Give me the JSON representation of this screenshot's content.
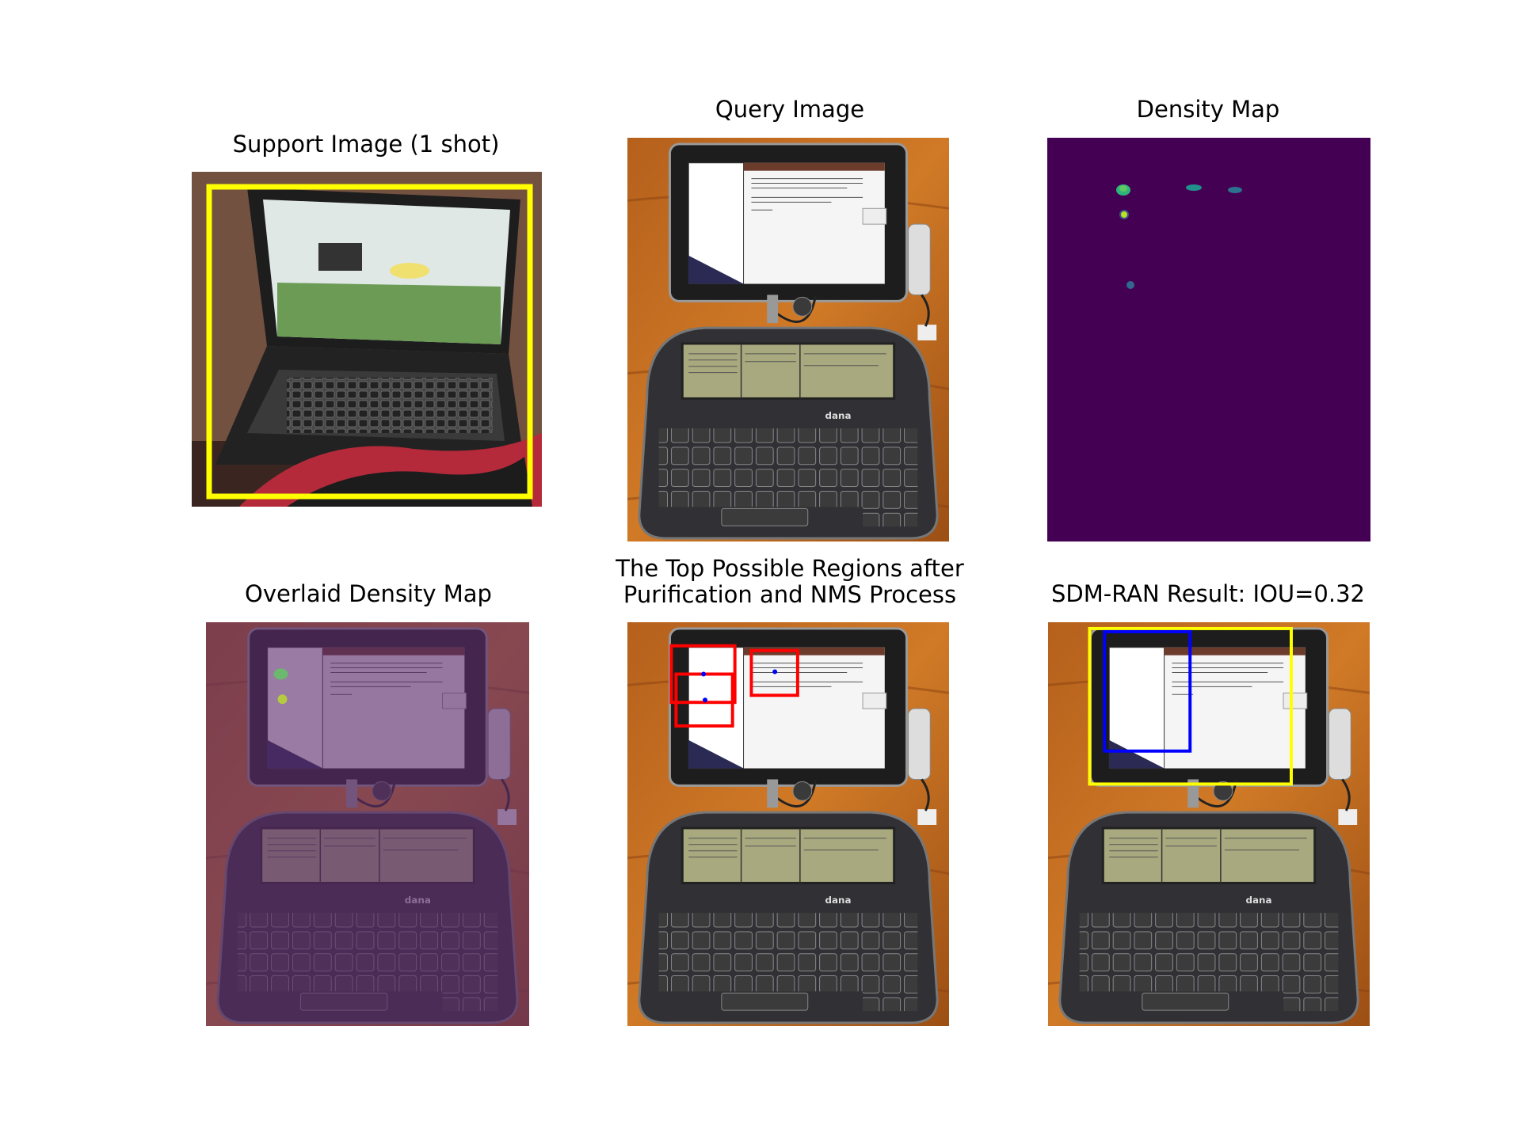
{
  "figure": {
    "panels": [
      {
        "id": "support",
        "title_lines": [
          "Support Image (1 shot)"
        ],
        "image": "laptop-photo",
        "boxes": [
          {
            "color": "#ffff00",
            "role": "exemplar-box"
          }
        ]
      },
      {
        "id": "query",
        "title_lines": [
          "Query Image"
        ],
        "image": "tablet-and-keyboard-photo"
      },
      {
        "id": "density",
        "title_lines": [
          "Density Map"
        ],
        "image": "density-heatmap",
        "background_color": "#440154"
      },
      {
        "id": "overlaid",
        "title_lines": [
          "Overlaid Density Map"
        ],
        "image": "tablet-and-keyboard-photo-purple-overlay"
      },
      {
        "id": "regions",
        "title_lines": [
          "The Top Possible Regions after",
          "Purification and NMS Process"
        ],
        "image": "tablet-and-keyboard-photo",
        "box_color": "#ff0000",
        "point_color": "#0000ff"
      },
      {
        "id": "result",
        "title_lines": [
          "SDM-RAN Result: IOU=0.32"
        ],
        "image": "tablet-and-keyboard-photo",
        "boxes": [
          {
            "color": "#ffff00",
            "role": "ground-truth"
          },
          {
            "color": "#0000ff",
            "role": "prediction"
          }
        ]
      }
    ]
  }
}
